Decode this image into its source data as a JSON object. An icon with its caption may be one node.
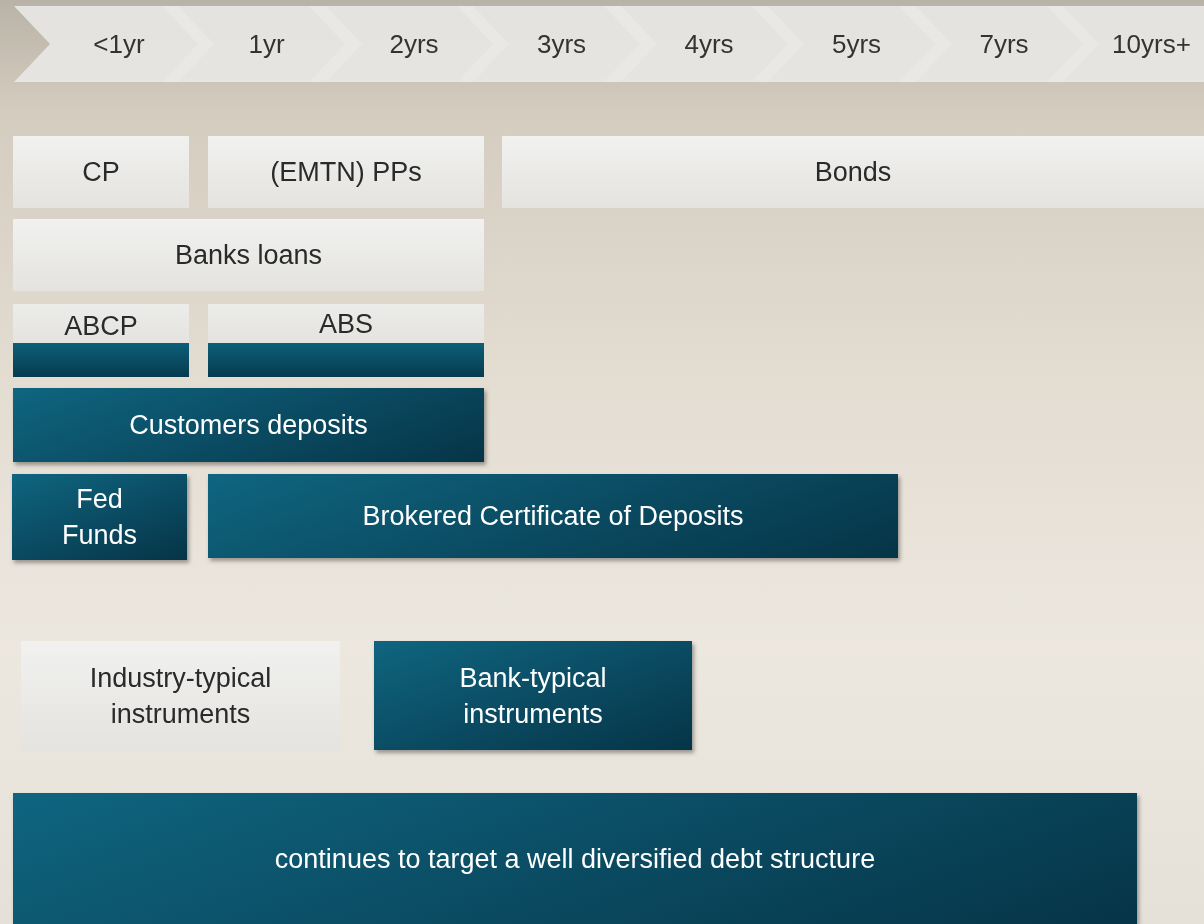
{
  "diagram": {
    "nodes": [
      {
        "text": [
          "<1yr"
        ]
      },
      {
        "text": [
          "1yr"
        ]
      },
      {
        "text": [
          "2yrs"
        ]
      },
      {
        "text": [
          "3yrs"
        ]
      },
      {
        "text": [
          "4yrs"
        ]
      },
      {
        "text": [
          "5yrs"
        ]
      },
      {
        "text": [
          "7yrs"
        ]
      },
      {
        "text": [
          "10yrs+"
        ]
      },
      {
        "text": [
          "CP"
        ]
      },
      {
        "text": [
          "(EMTN) PPs"
        ]
      },
      {
        "text": [
          "Bonds"
        ]
      },
      {
        "text": [
          "Banks loans"
        ]
      },
      {
        "text": [
          "ABCP"
        ]
      },
      {
        "text": [
          "ABS"
        ]
      },
      {
        "text": [
          "Customers deposits"
        ]
      },
      {
        "text": [
          "Fed Funds"
        ]
      },
      {
        "text": [
          "Brokered Certificate of Deposits"
        ]
      },
      {
        "text": [
          "Industry-typical instruments"
        ]
      },
      {
        "text": [
          "Bank-typical instruments"
        ]
      },
      {
        "text": [
          "continues to target a well diversified debt structure"
        ]
      }
    ]
  }
}
